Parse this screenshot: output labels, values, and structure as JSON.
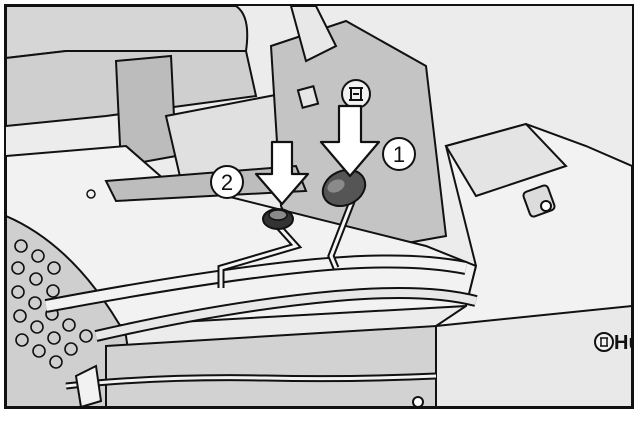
{
  "callouts": [
    {
      "number": "1",
      "target": "seat-adjustment-lever-knob"
    },
    {
      "number": "2",
      "target": "control-knob"
    }
  ],
  "brand_text": "Hu",
  "colors": {
    "line": "#111111",
    "panel_light": "#f2f2f2",
    "panel_mid": "#d9d9d9",
    "panel_dark": "#bdbdbd",
    "knob": "#555555"
  },
  "icons": [
    "husqvarna-logo-icon",
    "arrow-down-icon"
  ]
}
